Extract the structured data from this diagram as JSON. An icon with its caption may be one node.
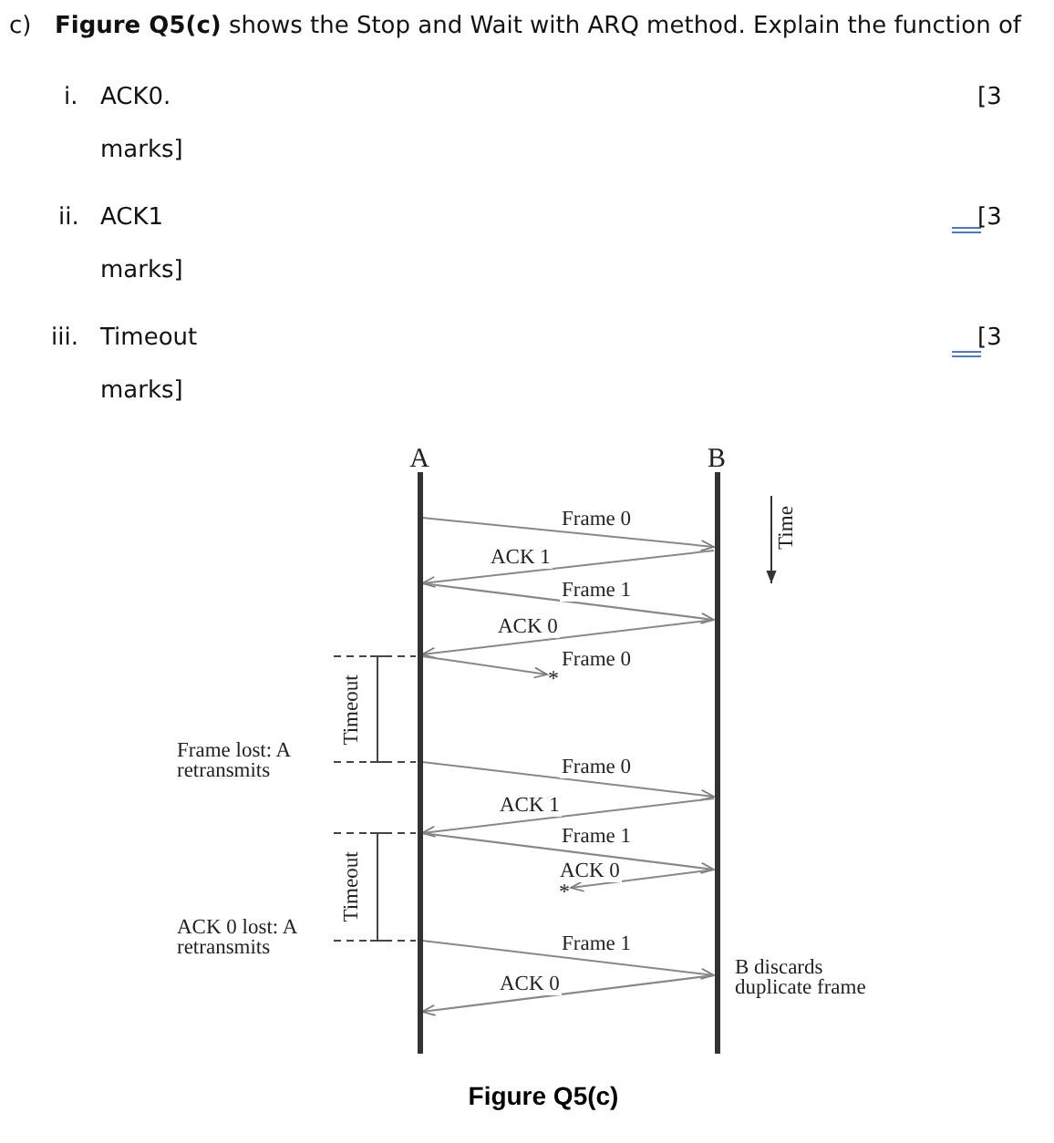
{
  "diagram": {
    "caption": "Figure Q5(c)",
    "nodes": [
      {
        "text": [
          "A"
        ]
      },
      {
        "text": [
          "B"
        ]
      },
      {
        "text": [
          "*"
        ]
      },
      {
        "text": [
          "*"
        ]
      }
    ],
    "edges": [
      {
        "from": 0,
        "to": 1,
        "arrow": "to",
        "label": "Frame 0"
      },
      {
        "from": 1,
        "to": 0,
        "arrow": "to",
        "label": "ACK 1"
      },
      {
        "from": 0,
        "to": 1,
        "arrow": "to",
        "label": "Frame 1"
      },
      {
        "from": 1,
        "to": 0,
        "arrow": "to",
        "label": "ACK 0"
      },
      {
        "from": 0,
        "to": 2,
        "arrow": "to",
        "label": "Frame 0"
      },
      {
        "from": 0,
        "to": 1,
        "arrow": "to",
        "label": "Frame 0"
      },
      {
        "from": 1,
        "to": 0,
        "arrow": "to",
        "label": "ACK 1"
      },
      {
        "from": 0,
        "to": 1,
        "arrow": "to",
        "label": "Frame 1"
      },
      {
        "from": 1,
        "to": 3,
        "arrow": "to",
        "label": "ACK 0"
      },
      {
        "from": 0,
        "to": 1,
        "arrow": "to",
        "label": "Frame 1"
      },
      {
        "from": 1,
        "to": 0,
        "arrow": "to",
        "label": "ACK 0"
      }
    ],
    "labels": [
      "c)",
      "**Figure Q5(c)** shows the Stop and Wait with ARQ method. Explain the function of",
      "i.",
      "ACK0.",
      "[3",
      "marks]",
      "ii.",
      "ACK1",
      "[3",
      "marks]",
      "iii.",
      "Timeout",
      "[3",
      "marks]",
      "Time",
      "Timeout",
      "Frame lost: A retransmits",
      "Timeout",
      "ACK 0 lost: A retransmits",
      "B discards duplicate frame"
    ]
  }
}
